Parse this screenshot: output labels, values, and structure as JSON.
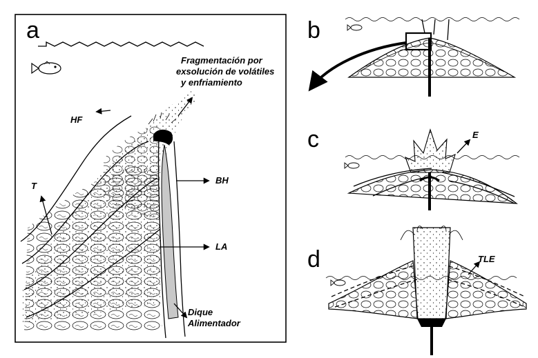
{
  "panels": {
    "a": {
      "letter": "a",
      "caption_lines": [
        "Fragmentación por",
        "exsolución de volátiles",
        "y enfriamiento"
      ],
      "labels": {
        "hf": "HF",
        "t": "T",
        "bh": "BH",
        "la": "LA",
        "dique_line1": "Dique",
        "dique_line2": "Alimentador"
      }
    },
    "b": {
      "letter": "b"
    },
    "c": {
      "letter": "c",
      "label": "E"
    },
    "d": {
      "letter": "d",
      "label": "TLE"
    }
  },
  "colors": {
    "ink": "#000000",
    "background": "#ffffff",
    "dike_fill": "#c8c8c8"
  },
  "icons": [
    "fish-icon",
    "water-wave-icon",
    "arrow-icon"
  ]
}
